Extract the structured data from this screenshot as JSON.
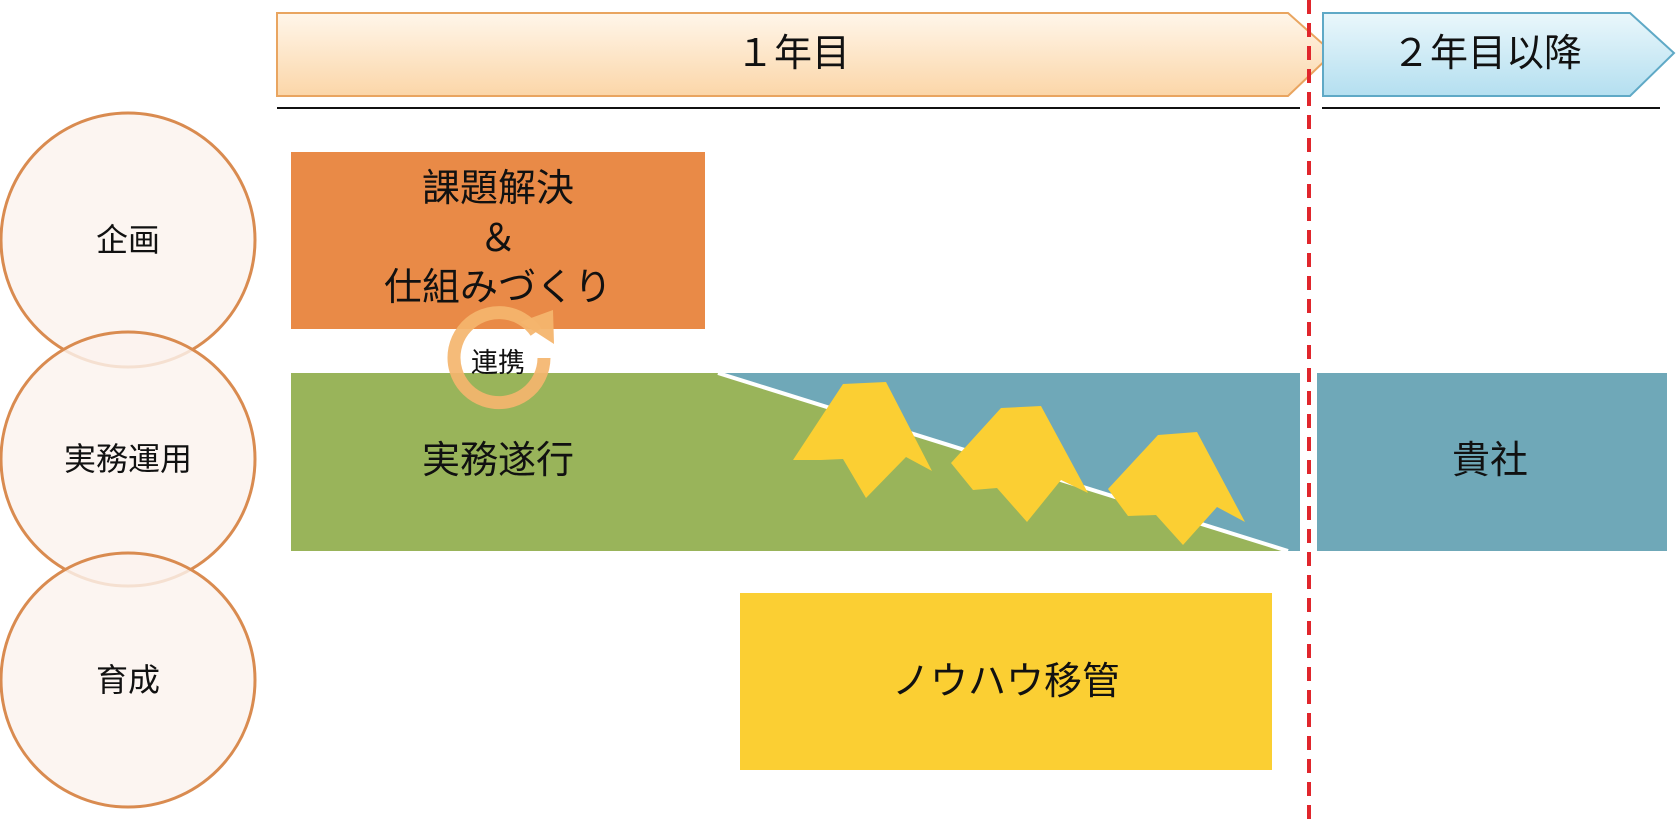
{
  "timeline": {
    "year1_label": "１年目",
    "year2_label": "２年目以降"
  },
  "roles": {
    "planning": "企画",
    "operation": "実務運用",
    "training": "育成"
  },
  "blocks": {
    "problem_solving": {
      "line1": "課題解決",
      "line2": "＆",
      "line3": "仕組みづくり"
    },
    "collaboration": "連携",
    "task_execution": "実務遂行",
    "client": "貴社",
    "knowhow_transfer": "ノウハウ移管"
  },
  "colors": {
    "circle_stroke": "#d98b50",
    "circle_fill": "#fbf3ee",
    "orange": "#e98a47",
    "green": "#99b45a",
    "teal": "#6fa8b8",
    "yellow": "#fbcf33",
    "divider_red": "#e0262c",
    "banner1_fill": "#fde3c4",
    "banner1_stroke": "#e9a560",
    "banner2_fill": "#cdeaf5",
    "banner2_stroke": "#5fa9c6"
  }
}
